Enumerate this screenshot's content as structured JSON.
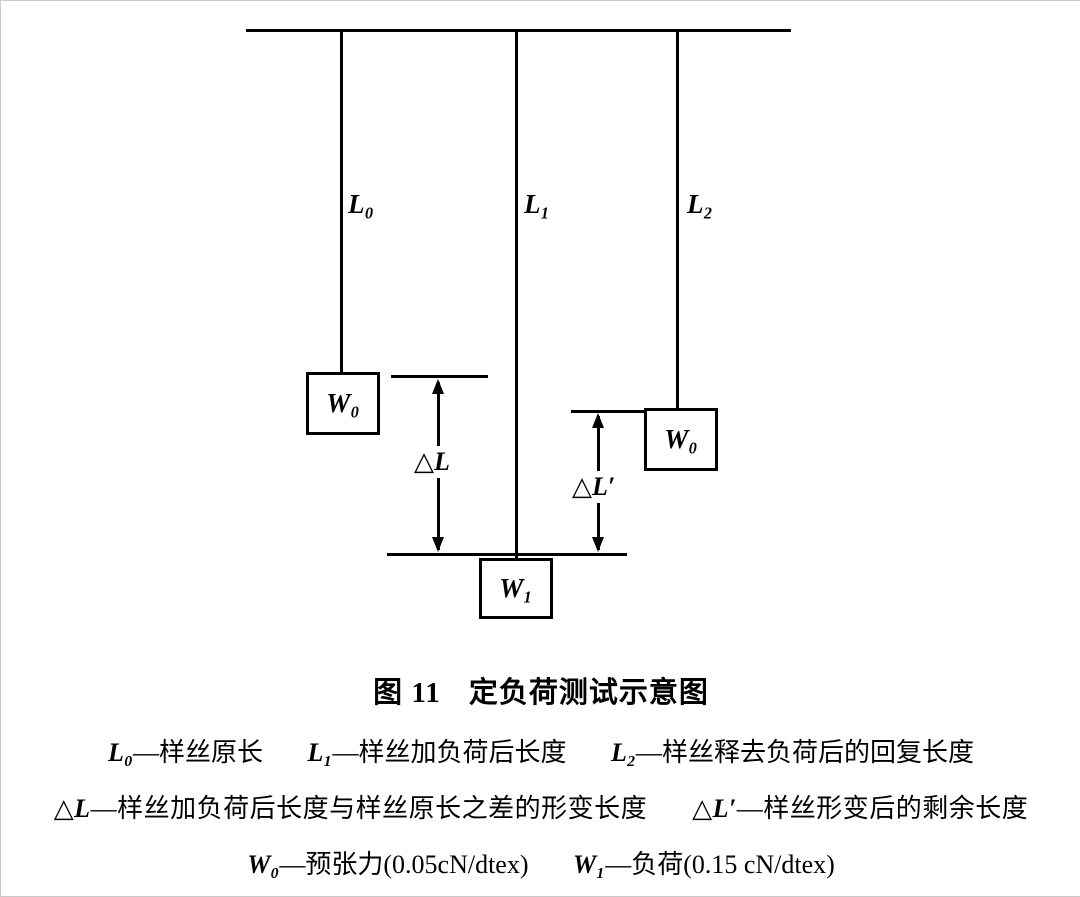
{
  "diagram": {
    "thread_labels": {
      "left": "L₀",
      "middle": "L₁",
      "right": "L₂"
    },
    "weight_labels": {
      "left": "W₀",
      "middle": "W₁",
      "right": "W₀"
    },
    "delta_labels": {
      "left": "△L",
      "right": "△L′"
    }
  },
  "caption": {
    "num": "图 11",
    "title": "定负荷测试示意图"
  },
  "legend": {
    "line1": [
      {
        "sym": "L₀",
        "desc": "—样丝原长"
      },
      {
        "sym": "L₁",
        "desc": "—样丝加负荷后长度"
      },
      {
        "sym": "L₂",
        "desc": "—样丝释去负荷后的回复长度"
      }
    ],
    "line2": [
      {
        "sym": "△L",
        "desc": "—样丝加负荷后长度与样丝原长之差的形变长度"
      },
      {
        "sym": "△L′",
        "desc": "—样丝形变后的剩余长度"
      }
    ],
    "line3": [
      {
        "sym": "W₀",
        "desc": "—预张力(0.05cN/dtex)"
      },
      {
        "sym": "W₁",
        "desc": "—负荷(0.15 cN/dtex)"
      }
    ]
  }
}
